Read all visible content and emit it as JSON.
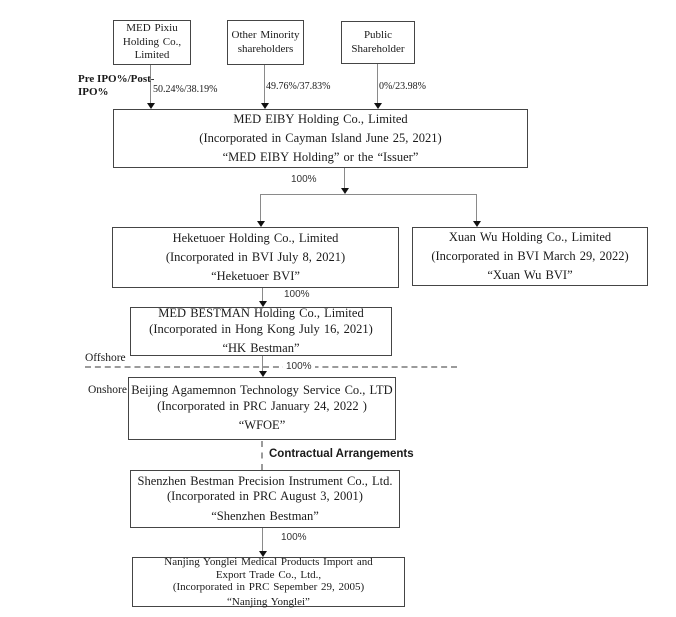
{
  "legend": {
    "pre_post_ipo": "Pre IPO%/Post-IPO%",
    "offshore": "Offshore",
    "onshore": "Onshore",
    "contractual_arrangements": "Contractual Arrangements"
  },
  "shareholders": [
    {
      "name": "MED Pixiu Holding Co., Limited",
      "ownership": "50.24%/38.19%"
    },
    {
      "name": "Other Minority shareholders",
      "ownership": "49.76%/37.83%"
    },
    {
      "name": "Public Shareholder",
      "ownership": "0%/23.98%"
    }
  ],
  "entities": {
    "issuer": {
      "name": "MED EIBY Holding Co., Limited",
      "incorporation": "(Incorporated in Cayman Island June 25, 2021)",
      "alias": "“MED EIBY Holding” or the “Issuer”"
    },
    "heketuoer": {
      "name": "Heketuoer Holding Co., Limited",
      "incorporation": "(Incorporated in BVI July 8, 2021)",
      "alias": "“Heketuoer BVI”"
    },
    "xuanwu": {
      "name": "Xuan Wu Holding Co., Limited",
      "incorporation": "(Incorporated in BVI March 29, 2022)",
      "alias": "“Xuan Wu BVI”"
    },
    "hk_bestman": {
      "name": "MED BESTMAN Holding Co., Limited",
      "incorporation": "(Incorporated in Hong Kong July 16, 2021)",
      "alias": "“HK Bestman”"
    },
    "wfoe": {
      "name": "Beijing Agamemnon Technology Service Co., LTD",
      "incorporation": "(Incorporated in PRC January 24, 2022 )",
      "alias": "“WFOE”"
    },
    "shenzhen_bestman": {
      "name": "Shenzhen Bestman Precision Instrument Co., Ltd.",
      "incorporation": "(Incorporated in PRC  August 3, 2001)",
      "alias": "“Shenzhen Bestman”"
    },
    "nanjing_yonglei": {
      "name_line1": "Nanjing Yonglei Medical Products Import and",
      "name_line2": "Export Trade Co., Ltd.,",
      "incorporation": "(Incorporated in PRC  Sepember 29, 2005)",
      "alias": "“Nanjing Yonglei”"
    }
  },
  "connectors": {
    "issuer_split": "100%",
    "heketuoer_to_hk": "100%",
    "hk_to_wfoe": "100%",
    "shenzhen_to_nanjing": "100%"
  }
}
